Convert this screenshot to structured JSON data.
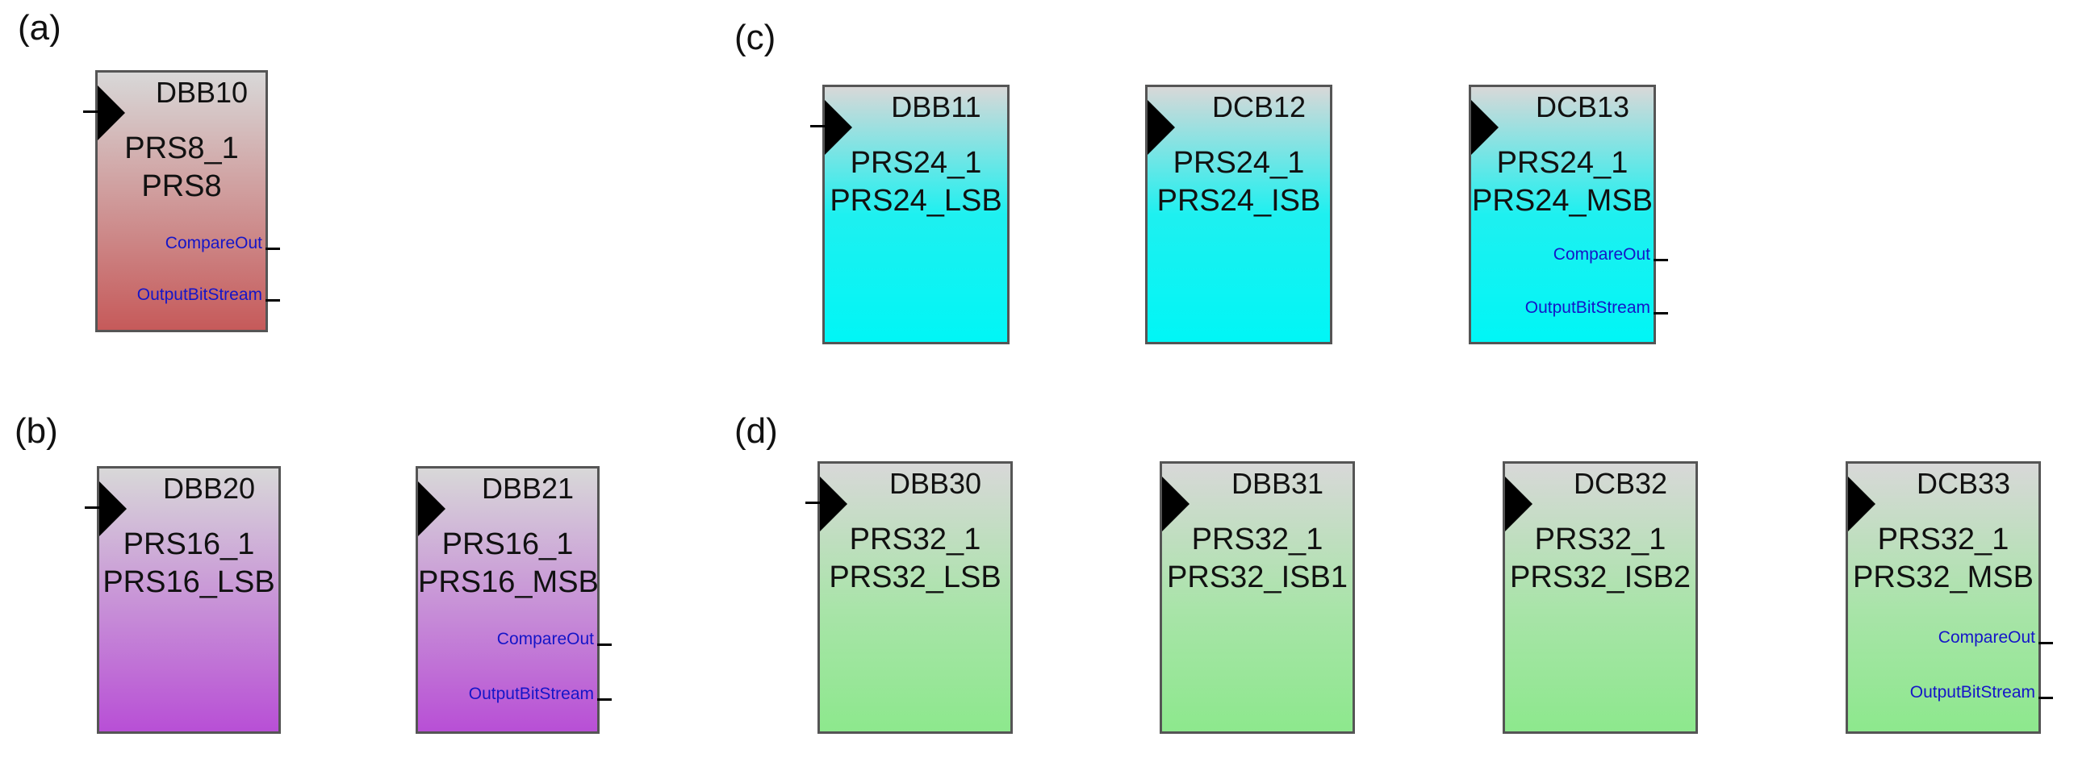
{
  "panels": [
    {
      "label": "(a)",
      "blocks": [
        {
          "name": "DBB10",
          "instance": "PRS8_1",
          "module": "PRS8",
          "color": "red",
          "outputs": [
            "CompareOut",
            "OutputBitStream"
          ]
        }
      ]
    },
    {
      "label": "(b)",
      "blocks": [
        {
          "name": "DBB20",
          "instance": "PRS16_1",
          "module": "PRS16_LSB",
          "color": "purple",
          "outputs": []
        },
        {
          "name": "DBB21",
          "instance": "PRS16_1",
          "module": "PRS16_MSB",
          "color": "purple",
          "outputs": [
            "CompareOut",
            "OutputBitStream"
          ]
        }
      ]
    },
    {
      "label": "(c)",
      "blocks": [
        {
          "name": "DBB11",
          "instance": "PRS24_1",
          "module": "PRS24_LSB",
          "color": "cyan",
          "outputs": []
        },
        {
          "name": "DCB12",
          "instance": "PRS24_1",
          "module": "PRS24_ISB",
          "color": "cyan",
          "outputs": []
        },
        {
          "name": "DCB13",
          "instance": "PRS24_1",
          "module": "PRS24_MSB",
          "color": "cyan",
          "outputs": [
            "CompareOut",
            "OutputBitStream"
          ]
        }
      ]
    },
    {
      "label": "(d)",
      "blocks": [
        {
          "name": "DBB30",
          "instance": "PRS32_1",
          "module": "PRS32_LSB",
          "color": "green",
          "outputs": []
        },
        {
          "name": "DBB31",
          "instance": "PRS32_1",
          "module": "PRS32_ISB1",
          "color": "green",
          "outputs": []
        },
        {
          "name": "DCB32",
          "instance": "PRS32_1",
          "module": "PRS32_ISB2",
          "color": "green",
          "outputs": []
        },
        {
          "name": "DCB33",
          "instance": "PRS32_1",
          "module": "PRS32_MSB",
          "color": "green",
          "outputs": [
            "CompareOut",
            "OutputBitStream"
          ]
        }
      ]
    }
  ],
  "colors": {
    "red": "#c65a5a",
    "purple": "#b84fd6",
    "cyan": "#00f6f6",
    "green": "#8de88d",
    "signal_text": "#1515c8"
  }
}
